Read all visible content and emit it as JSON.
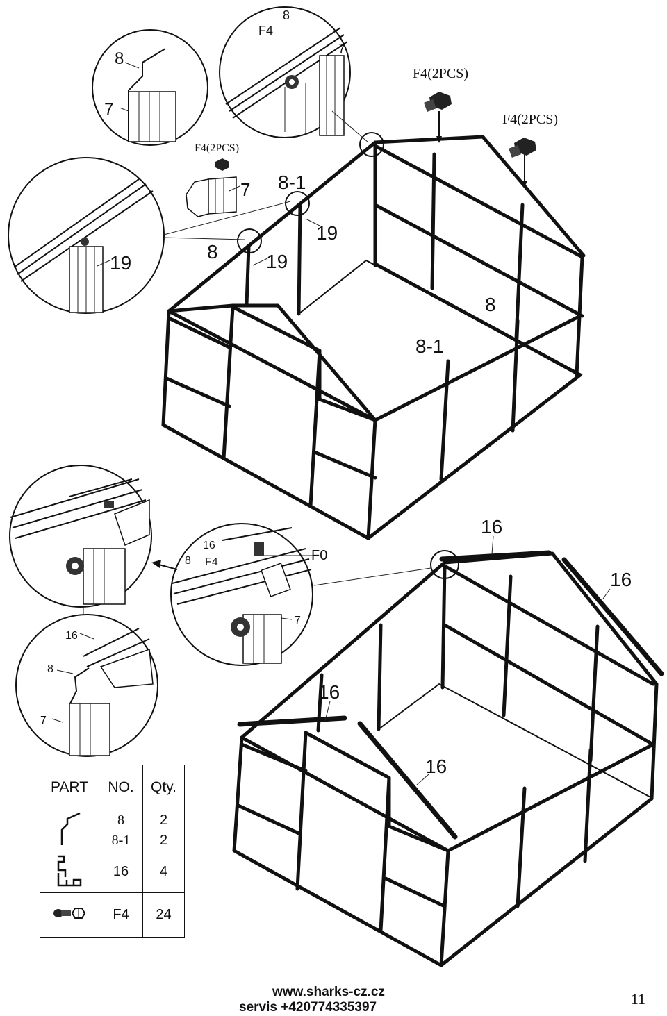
{
  "callouts": {
    "f4_2pcs": "F4(2PCS)",
    "f4_2pcs_small": "F4(2PCS)",
    "n8": "8",
    "n8_1": "8-1",
    "n7": "7",
    "n19": "19",
    "n16": "16",
    "f4": "F4",
    "f0": "F0"
  },
  "parts_table": {
    "headers": [
      "PART",
      "NO.",
      "Qty."
    ],
    "rows": [
      {
        "part_icon": "ridge-bar-icon",
        "no": "8",
        "qty": "2"
      },
      {
        "part_icon": "ridge-bar-icon",
        "no": "8-1",
        "qty": "2"
      },
      {
        "part_icon": "gable-bar-icon",
        "no": "16",
        "qty": "4"
      },
      {
        "part_icon": "bolt-nut-icon",
        "no": "F4",
        "qty": "24"
      }
    ]
  },
  "footer": {
    "url": "www.sharks-cz.cz",
    "phone": "servis +420774335397",
    "page": "11"
  }
}
